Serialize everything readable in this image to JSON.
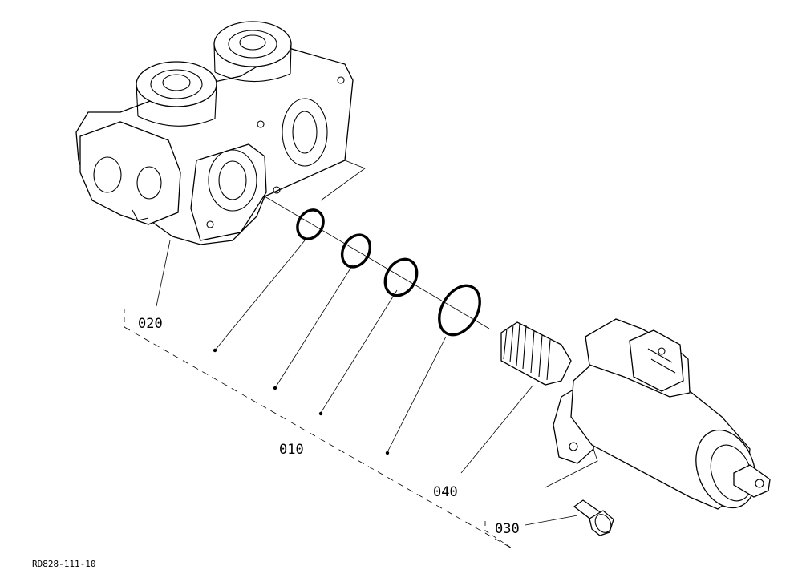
{
  "parts": [
    {
      "number": "020",
      "description_icon": "valve-housing-icon"
    },
    {
      "number": "010",
      "description_icon": "o-ring-icon"
    },
    {
      "number": "040",
      "description_icon": "solenoid-valve-icon"
    },
    {
      "number": "030",
      "description_icon": "bolt-icon"
    }
  ],
  "labels": {
    "part_020": "020",
    "part_010": "010",
    "part_040": "040",
    "part_030": "030"
  },
  "reference_code": "RD828-111-10"
}
